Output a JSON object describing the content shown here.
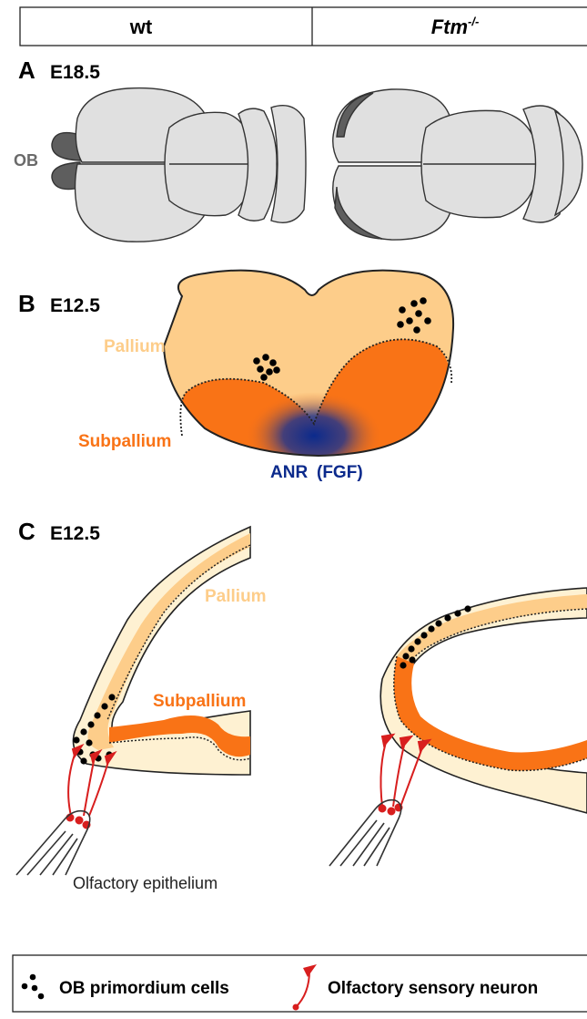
{
  "header": {
    "col1": "wt",
    "col2": "Ftm",
    "col2_sup": "-/-"
  },
  "panel_a": {
    "letter": "A",
    "stage": "E18.5",
    "ob_label": "OB"
  },
  "panel_b": {
    "letter": "B",
    "stage": "E12.5",
    "pallium": "Pallium",
    "subpallium": "Subpallium",
    "anr": "ANR",
    "fgf": "(FGF)"
  },
  "panel_c": {
    "letter": "C",
    "stage": "E12.5",
    "pallium": "Pallium",
    "subpallium": "Subpallium",
    "epithelium": "Olfactory epithelium"
  },
  "legend": {
    "ob_cells": "OB primordium cells",
    "osn": "Olfactory sensory neuron"
  },
  "colors": {
    "brain_gray": "#e0e0e0",
    "ob_dark": "#5e5e5e",
    "pallium": "#fdcd8a",
    "pallium_light": "#fef1d2",
    "subpallium": "#f97316",
    "anr_blue": "#0b2a8c",
    "neuron_red": "#d81e1e"
  }
}
